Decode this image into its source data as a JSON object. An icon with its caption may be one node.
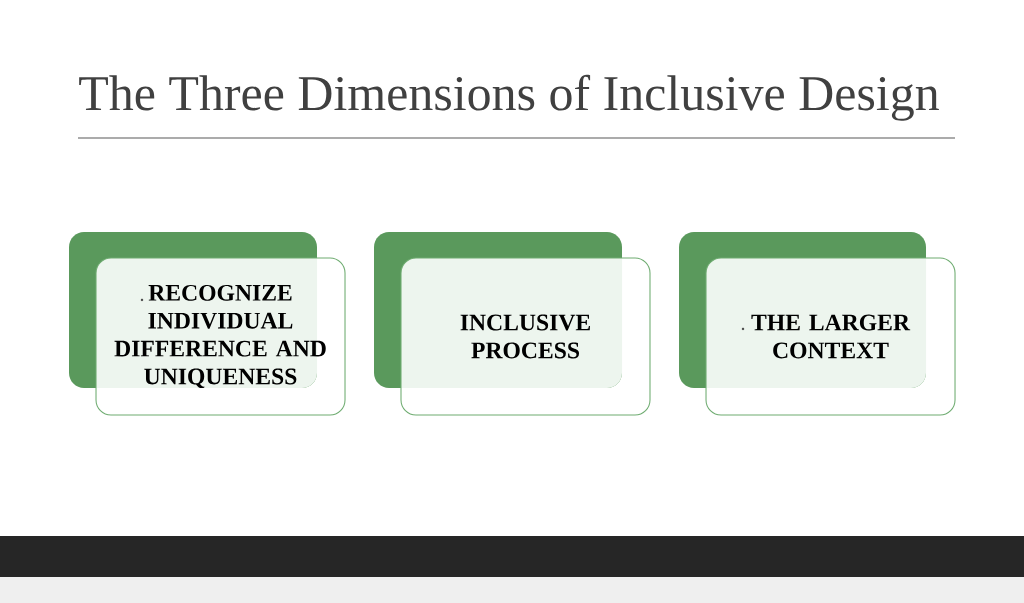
{
  "diagram": {
    "title": "The Three Dimensions of Inclusive Design",
    "nodes": [
      {
        "text": [
          "RECOGNIZE INDIVIDUAL DIFFERENCE AND UNIQUENESS"
        ]
      },
      {
        "text": [
          "INCLUSIVE PROCESS"
        ]
      },
      {
        "text": [
          "THE LARGER CONTEXT"
        ]
      }
    ]
  }
}
